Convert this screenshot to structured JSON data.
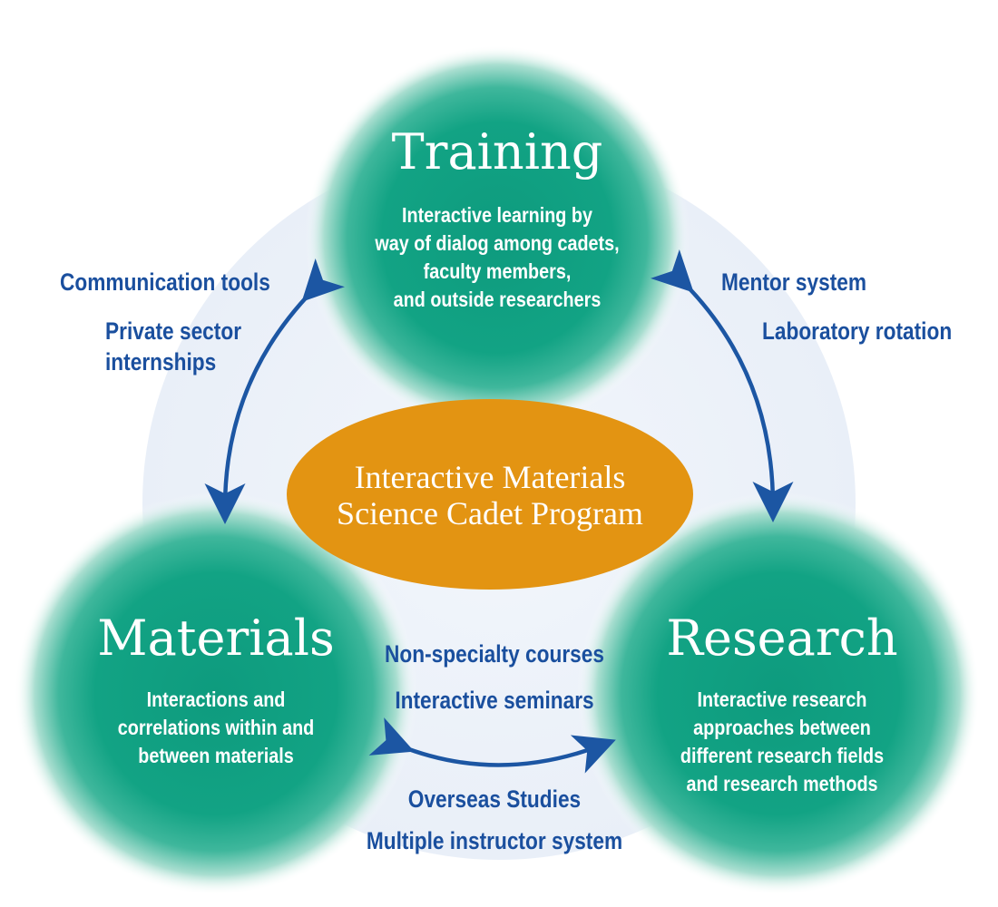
{
  "colors": {
    "circle_core": "#0f9c7f",
    "circle_edge": "#e3f3ee",
    "center_ellipse": "#e39412",
    "arrow": "#1c56a3",
    "link_text": "#1a4f9e",
    "background_ring": "#eef3fa"
  },
  "center": {
    "line1": "Interactive Materials",
    "line2": "Science Cadet Program"
  },
  "nodes": {
    "training": {
      "title": "Training",
      "desc": [
        "Interactive learning by",
        "way of dialog among cadets,",
        "faculty members,",
        "and outside researchers"
      ]
    },
    "materials": {
      "title": "Materials",
      "desc": [
        "Interactions and",
        "correlations within and",
        "between materials"
      ]
    },
    "research": {
      "title": "Research",
      "desc": [
        "Interactive research",
        "approaches between",
        "different research fields",
        "and research methods"
      ]
    }
  },
  "links": {
    "training_materials": [
      "Communication tools",
      "Private sector",
      "internships"
    ],
    "training_research": [
      "Mentor system",
      "Laboratory rotation"
    ],
    "materials_research_top": [
      "Non-specialty courses",
      "Interactive seminars"
    ],
    "materials_research_bottom": [
      "Overseas Studies",
      "Multiple instructor system"
    ]
  }
}
